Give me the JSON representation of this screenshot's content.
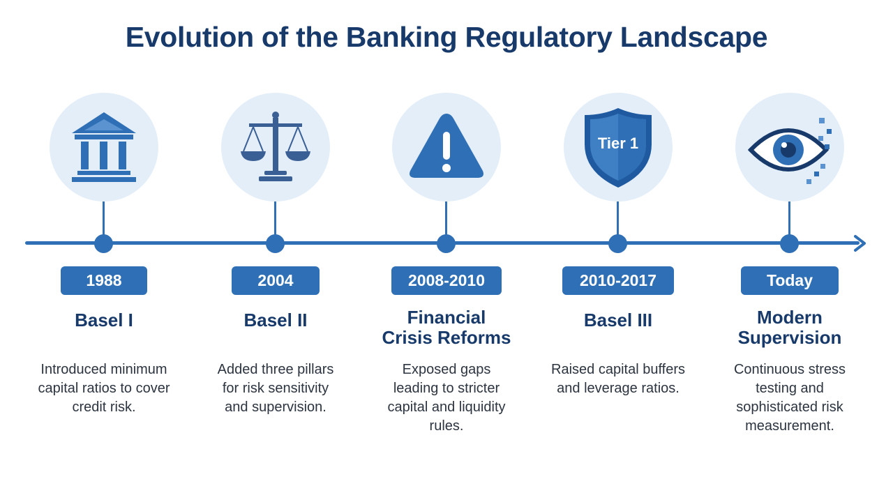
{
  "title": "Evolution of the Banking Regulatory Landscape",
  "colors": {
    "primary": "#2f6fb5",
    "dark": "#173a6b",
    "circle_bg": "#e3eef9",
    "text": "#2c3440"
  },
  "milestones": [
    {
      "icon": "bank-building-icon",
      "year": "1988",
      "name_lines": [
        "Basel I"
      ],
      "desc_lines": [
        "Introduced minimum",
        "capital ratios to cover",
        "credit risk."
      ]
    },
    {
      "icon": "balance-scale-icon",
      "year": "2004",
      "name_lines": [
        "Basel II"
      ],
      "desc_lines": [
        "Added three pillars",
        "for risk sensitivity",
        "and supervision."
      ]
    },
    {
      "icon": "warning-triangle-icon",
      "year": "2008-2010",
      "name_lines": [
        "Financial",
        "Crisis Reforms"
      ],
      "desc_lines": [
        "Exposed gaps",
        "leading to stricter",
        "capital and liquidity",
        "rules."
      ]
    },
    {
      "icon": "shield-icon",
      "icon_label": "Tier 1",
      "year": "2010-2017",
      "name_lines": [
        "Basel III"
      ],
      "desc_lines": [
        "Raised capital buffers",
        "and leverage ratios."
      ]
    },
    {
      "icon": "eye-icon",
      "year": "Today",
      "name_lines": [
        "Modern",
        "Supervision"
      ],
      "desc_lines": [
        "Continuous stress",
        "testing and",
        "sophisticated risk",
        "measurement."
      ]
    }
  ]
}
